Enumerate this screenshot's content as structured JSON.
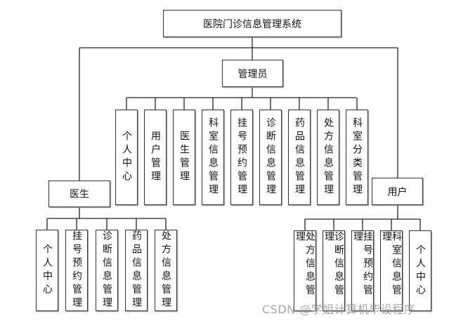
{
  "root": "医院门诊信息管理系统",
  "admin": {
    "label": "管理员",
    "children": [
      "个人中心",
      "用户管理",
      "医生管理",
      "科室信息管理",
      "挂号预约管理",
      "诊断信息管理",
      "药品信息管理",
      "处方信息管理",
      "科室分类管理"
    ]
  },
  "doctor": {
    "label": "医生",
    "children": [
      "个人中心",
      "挂号预约管理",
      "诊断信息管理",
      "药品信息管理",
      "处方信息管理"
    ]
  },
  "user": {
    "label": "用户",
    "children": [
      "处方信息管理",
      "诊断信息管理",
      "挂号预约管理",
      "科室信息管理",
      "个人中心"
    ]
  },
  "watermark": "CSDN @学姐计算机毕设程序"
}
